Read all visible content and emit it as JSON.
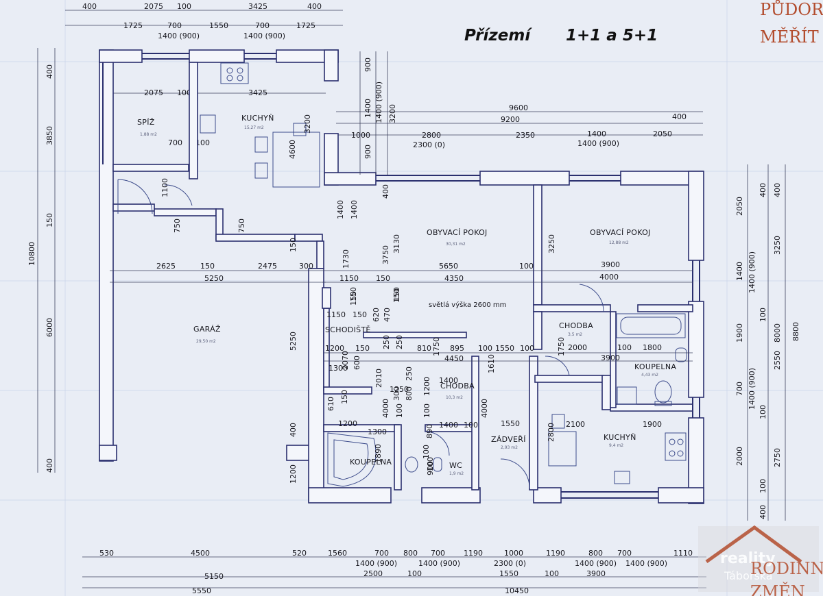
{
  "title": "Přízemí",
  "variants": "1+1 a 5+1",
  "corner_text": [
    "PŮDOR",
    "MĚŘÍT"
  ],
  "watermark": {
    "line1": "reality",
    "line2": "Táborská",
    "side_text": "RODINN",
    "side_text2": "ZMĚN"
  },
  "colors": {
    "paper": "#e9edf5",
    "wall": "#2a2f6e",
    "ink": "#15151c",
    "brand": "#b24b2c"
  },
  "rooms": [
    {
      "name": "SPÍŽ",
      "area": "1,88 m2"
    },
    {
      "name": "KUCHYŇ",
      "area": "15,27 m2"
    },
    {
      "name": "OBYVACÍ POKOJ",
      "area": "30,31 m2"
    },
    {
      "name": "OBYVACÍ POKOJ",
      "area": "12,88 m2"
    },
    {
      "name": "GARÁŽ",
      "area": "29,50 m2"
    },
    {
      "name": "SCHODIŠTĚ",
      "area": ""
    },
    {
      "name": "CHODBA",
      "area": "3,5 m2"
    },
    {
      "name": "KOUPELNA",
      "area": "4,43 m2"
    },
    {
      "name": "CHODBA",
      "area": "10,3 m2"
    },
    {
      "name": "ZÁDVEŘÍ",
      "area": "2,93 m2"
    },
    {
      "name": "KUCHYŇ",
      "area": "9,4 m2"
    },
    {
      "name": "KOUPELNA",
      "area": ""
    },
    {
      "name": "WC",
      "area": "1,9 m2"
    }
  ],
  "note": "světlá výška 2600 mm",
  "dims": {
    "top1": [
      "400",
      "2075",
      "100",
      "3425",
      "400"
    ],
    "top2": [
      "1725",
      "700",
      "1550",
      "700",
      "1725"
    ],
    "top3": [
      "1400 (900)",
      "1400 (900)"
    ],
    "top_in": [
      "2075",
      "100",
      "3425"
    ],
    "spiz": [
      "700",
      "100"
    ],
    "right_top": [
      "9600",
      "400",
      "9200",
      "1000",
      "2800",
      "2350",
      "1400",
      "2050",
      "2300 (0)",
      "1400 (900)"
    ],
    "mid": [
      "2625",
      "150",
      "2475",
      "300",
      "5650",
      "100",
      "3900",
      "5250",
      "1150",
      "150",
      "4350",
      "4000"
    ],
    "stair": [
      "1150",
      "150",
      "620",
      "470",
      "150",
      "1200",
      "2070",
      "150",
      "250",
      "250",
      "810",
      "1750",
      "895",
      "100",
      "1550",
      "100",
      "4450",
      "1300",
      "600",
      "2010",
      "250",
      "1400",
      "1250",
      "300",
      "800",
      "1200",
      "610",
      "150",
      "4000",
      "100",
      "100",
      "1200",
      "1300",
      "1890",
      "890",
      "1400",
      "100",
      "1550",
      "1610",
      "4000",
      "2000",
      "100",
      "1800",
      "3900",
      "1750"
    ],
    "lower": [
      "2800",
      "2100",
      "1900",
      "100",
      "900",
      "100",
      "150"
    ],
    "bottom1": [
      "530",
      "4500",
      "520",
      "1560",
      "700",
      "800",
      "700",
      "1190",
      "1000",
      "1190",
      "800",
      "700",
      "1110"
    ],
    "bottom2": [
      "1400 (900)",
      "1400 (900)",
      "2300 (0)",
      "1400 (900)",
      "1400 (900)"
    ],
    "bottom3": [
      "5150",
      "2500",
      "100",
      "1550",
      "100",
      "3900"
    ],
    "bottom4": [
      "5550",
      "10450"
    ],
    "left": [
      "400",
      "3850",
      "150",
      "6000",
      "400",
      "10800"
    ],
    "left_in": [
      "1100",
      "750",
      "750",
      "4600",
      "3200",
      "5250",
      "400",
      "1200",
      "150"
    ],
    "center_v": [
      "900",
      "1400",
      "1400 (900)",
      "3200",
      "900",
      "400",
      "1400",
      "1400",
      "1730",
      "3750",
      "3130",
      "3250",
      "150",
      "150"
    ],
    "right": [
      "2050",
      "1400",
      "1900",
      "700",
      "2000",
      "400",
      "3250",
      "1400 (900)",
      "2550",
      "1400 (900)",
      "2750",
      "400",
      "8000",
      "8800",
      "100",
      "100",
      "100",
      "400"
    ]
  }
}
